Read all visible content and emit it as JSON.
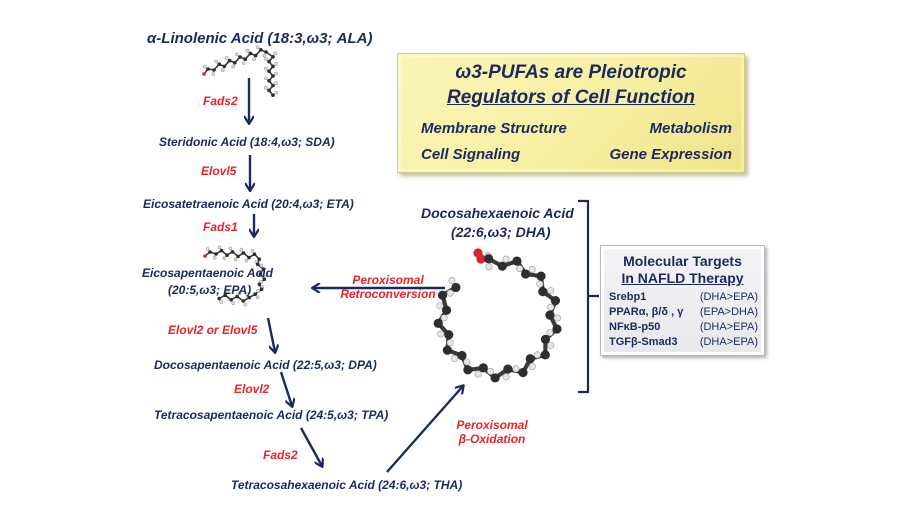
{
  "colors": {
    "navy": "#1b2a5e",
    "enzyme_red": "#e8232a",
    "pufa_box_fill": "#f6eea0",
    "targets_box_fill": "#ececef"
  },
  "pathway": {
    "acids": [
      {
        "id": "ala",
        "text": "α-Linolenic Acid (18:3,ω3; ALA)"
      },
      {
        "id": "sda",
        "text": "Steridonic Acid (18:4,ω3; SDA)"
      },
      {
        "id": "eta",
        "text": "Eicosatetraenoic Acid (20:4,ω3; ETA)"
      },
      {
        "id": "epa_name",
        "text": "Eicosapentaenoic Acid"
      },
      {
        "id": "epa_formula",
        "text": "(20:5,ω3; EPA)"
      },
      {
        "id": "dpa",
        "text": "Docosapentaenoic Acid (22:5,ω3; DPA)"
      },
      {
        "id": "tpa",
        "text": "Tetracosapentaenoic Acid (24:5,ω3; TPA)"
      },
      {
        "id": "tha",
        "text": "Tetracosahexaenoic Acid (24:6,ω3; THA)"
      },
      {
        "id": "dha_name",
        "text": "Docosahexaenoic Acid"
      },
      {
        "id": "dha_formula",
        "text": "(22:6,ω3; DHA)"
      }
    ],
    "enzymes": [
      {
        "id": "ala_to_sda",
        "text": "Fads2"
      },
      {
        "id": "sda_to_eta",
        "text": "Elovl5"
      },
      {
        "id": "eta_to_epa",
        "text": "Fads1"
      },
      {
        "id": "epa_to_dpa",
        "text": "Elovl2 or Elovl5"
      },
      {
        "id": "dpa_to_tpa",
        "text": "Elovl2"
      },
      {
        "id": "tpa_to_tha",
        "text": "Fads2"
      }
    ],
    "processes": {
      "retroconversion_line1": "Peroxisomal",
      "retroconversion_line2": "Retroconversion",
      "oxidation_line1": "Peroxisomal",
      "oxidation_line2": "β-Oxidation"
    }
  },
  "pufa_box": {
    "title_line1": "ω3-PUFAs are Pleiotropic",
    "title_line2": "Regulators  of Cell Function",
    "items": [
      "Membrane Structure",
      "Metabolism",
      "Cell Signaling",
      "Gene Expression"
    ]
  },
  "targets_box": {
    "title_line1": "Molecular Targets",
    "title_line2": "In NAFLD Therapy",
    "rows": [
      {
        "name": "Srebp1",
        "value": "(DHA>EPA)"
      },
      {
        "name": "PPARα, β/δ , γ",
        "value": "(EPA>DHA)"
      },
      {
        "name": "NFκB-p50",
        "value": "(DHA>EPA)"
      },
      {
        "name": "TGFβ-Smad3",
        "value": "(DHA>EPA)"
      }
    ]
  },
  "molecules": [
    {
      "id": "ala-molecule",
      "label": "ALA ball-and-stick model"
    },
    {
      "id": "epa-molecule",
      "label": "EPA ball-and-stick model"
    },
    {
      "id": "dha-molecule",
      "label": "DHA ball-and-stick model"
    }
  ]
}
